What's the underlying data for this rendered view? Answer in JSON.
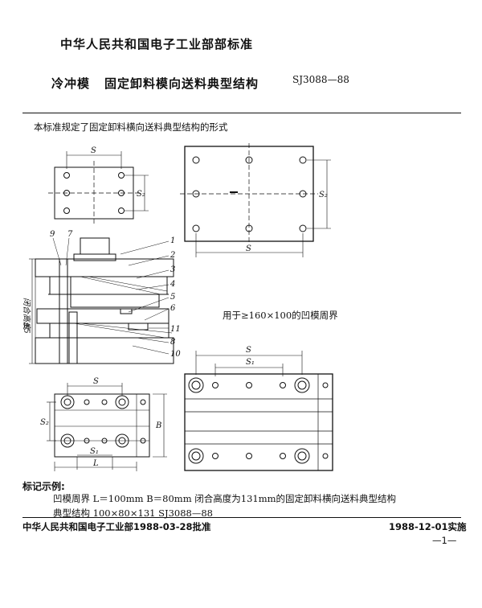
{
  "header": {
    "standard_org": "中华人民共和国电子工业部部标准",
    "title_part1": "冷冲模",
    "title_part2": "固定卸料模向送料典型结构",
    "code": "SJ3088—88"
  },
  "body": {
    "intro": "本标准规定了固定卸料横向送料典型结构的形式",
    "note_die": "用于≥160×100的凹模周界"
  },
  "drawing_labels": {
    "dim_s": "S",
    "dim_s1": "S₁",
    "dim_s2": "S₂",
    "dim_l": "L",
    "dim_b": "B",
    "closed_height": "闭合高度",
    "h_value": "±5",
    "parts": [
      "1",
      "2",
      "3",
      "4",
      "5",
      "6",
      "11",
      "8",
      "10",
      "9",
      "7"
    ]
  },
  "marking": {
    "heading": "标记示例:",
    "line1": "凹模周界 L＝100mm B＝80mm 闭合高度为131mm的固定卸料横向送料典型结构",
    "line2": "典型结构  100×80×131  SJ3088—88"
  },
  "footer": {
    "approved": "中华人民共和国电子工业部1988-03-28批准",
    "effective": "1988-12-01实施",
    "page": "—1—"
  }
}
